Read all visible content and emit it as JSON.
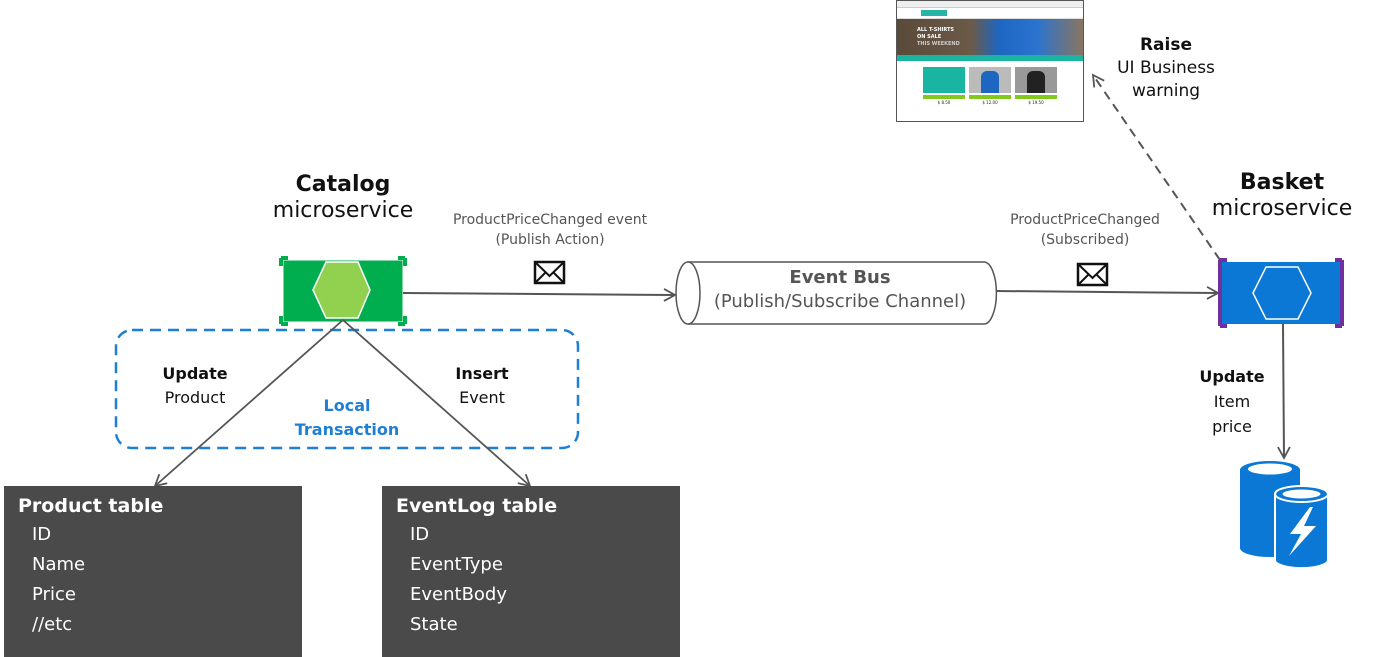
{
  "colors": {
    "catalog_green": "#00ad4f",
    "catalog_hex": "#92d050",
    "basket_blue": "#0a78d4",
    "basket_bracket": "#7030a0",
    "transaction_blue": "#1f7fd4",
    "table_bg": "#4a4a4a",
    "arrow_gray": "#555555"
  },
  "catalog": {
    "title_bold": "Catalog",
    "title": "microservice",
    "icon": "hexagon-service-icon"
  },
  "basket": {
    "title_bold": "Basket",
    "title": "microservice",
    "icon": "hexagon-service-icon"
  },
  "publish_event": {
    "line1": "ProductPriceChanged event",
    "line2": "(Publish Action)",
    "icon": "envelope-icon"
  },
  "subscribe_event": {
    "line1": "ProductPriceChanged",
    "line2": "(Subscribed)",
    "icon": "envelope-icon"
  },
  "event_bus": {
    "title": "Event Bus",
    "subtitle": "(Publish/Subscribe Channel)"
  },
  "local_transaction": {
    "line1": "Local",
    "line2": "Transaction"
  },
  "update_product": {
    "bold": "Update",
    "text": "Product"
  },
  "insert_event": {
    "bold": "Insert",
    "text": "Event"
  },
  "update_item": {
    "bold": "Update",
    "line1": "Item",
    "line2": "price"
  },
  "raise_warning": {
    "bold": "Raise",
    "line1": "UI Business",
    "line2": "warning"
  },
  "product_table": {
    "title": "Product table",
    "fields": [
      "ID",
      "Name",
      "Price",
      "//etc"
    ]
  },
  "eventlog_table": {
    "title": "EventLog table",
    "fields": [
      "ID",
      "EventType",
      "EventBody",
      "State"
    ]
  },
  "ui_thumbnail": {
    "hero_lines": [
      "ALL T-SHIRTS",
      "ON SALE",
      "THIS WEEKEND"
    ],
    "prices": [
      "$ 8.50",
      "$ 12.00",
      "$ 19.50"
    ]
  },
  "basket_db": {
    "icon": "cache-database-icon"
  }
}
